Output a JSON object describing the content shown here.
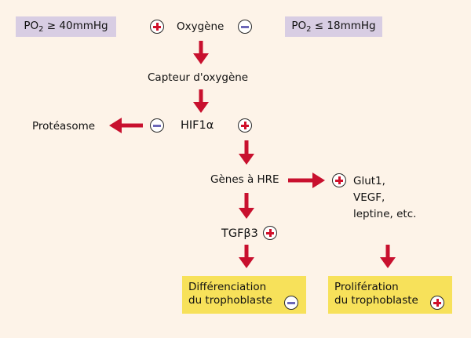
{
  "po2_high": "PO2 ≥ 40mmHg",
  "po2_low": "PO2 ≤ 18mmHg",
  "oxygen": "Oxygène",
  "oxygen_sensor": "Capteur d'oxygène",
  "hif": "HIF1α",
  "proteasome": "Protéasome",
  "hre_genes": "Gènes à HRE",
  "targets": [
    "Glut1,",
    "VEGF,",
    "leptine, etc."
  ],
  "tgf": "TGFβ3",
  "differentiation": [
    "Différenciation",
    "du trophoblaste"
  ],
  "proliferation": [
    "Prolifération",
    "du trophoblaste"
  ],
  "colors": {
    "background": "#fdf3e8",
    "arrow": "#c8102e",
    "lilac_box": "#d8cde3",
    "yellow_box": "#f7e15a",
    "plus": "#d0102a",
    "minus": "#6b67b8"
  }
}
